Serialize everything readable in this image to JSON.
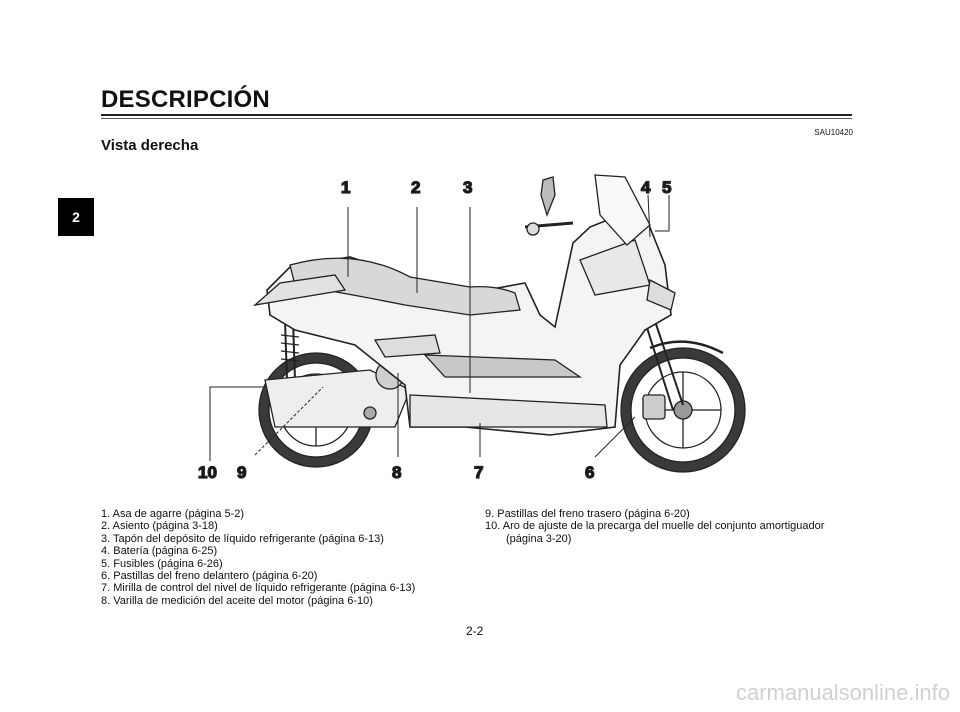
{
  "chapter_tab": "2",
  "section_title": "DESCRIPCIÓN",
  "ref_code": "SAU10420",
  "subtitle": "Vista derecha",
  "callouts": [
    "1",
    "2",
    "3",
    "4",
    "5",
    "6",
    "7",
    "8",
    "9",
    "10"
  ],
  "captions_left": [
    "1. Asa de agarre (página 5-2)",
    "2. Asiento (página 3-18)",
    "3. Tapón del depósito de líquido refrigerante (página 6-13)",
    "4. Batería (página 6-25)",
    "5. Fusibles (página 6-26)",
    "6. Pastillas del freno delantero (página 6-20)",
    "7. Mirilla de control del nivel de líquido refrigerante (página 6-13)",
    "8. Varilla de medición del aceite del motor (página 6-10)"
  ],
  "captions_right": [
    "9. Pastillas del freno trasero (página 6-20)",
    "10. Aro de ajuste de la precarga del muelle del conjunto amortiguador (página 3-20)"
  ],
  "page_number": "2-2",
  "watermark": "carmanualsonline.info"
}
